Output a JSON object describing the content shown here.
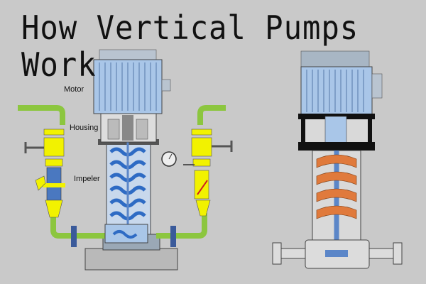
{
  "title": {
    "line1": "How Vertical Pumps",
    "line2": "Work"
  },
  "labels": {
    "motor": "Motor",
    "housing": "Housing",
    "impeller": "Impeler"
  },
  "colors": {
    "background": "#c9c9c9",
    "motor_blue": "#a9c6e8",
    "pipe_green": "#8cc63f",
    "valve_yellow": "#f2f200",
    "shaft_blue": "#5b86c8",
    "impeller_orange": "#e07a3c",
    "frame_black": "#111111",
    "base_gray": "#a9a9a9"
  }
}
